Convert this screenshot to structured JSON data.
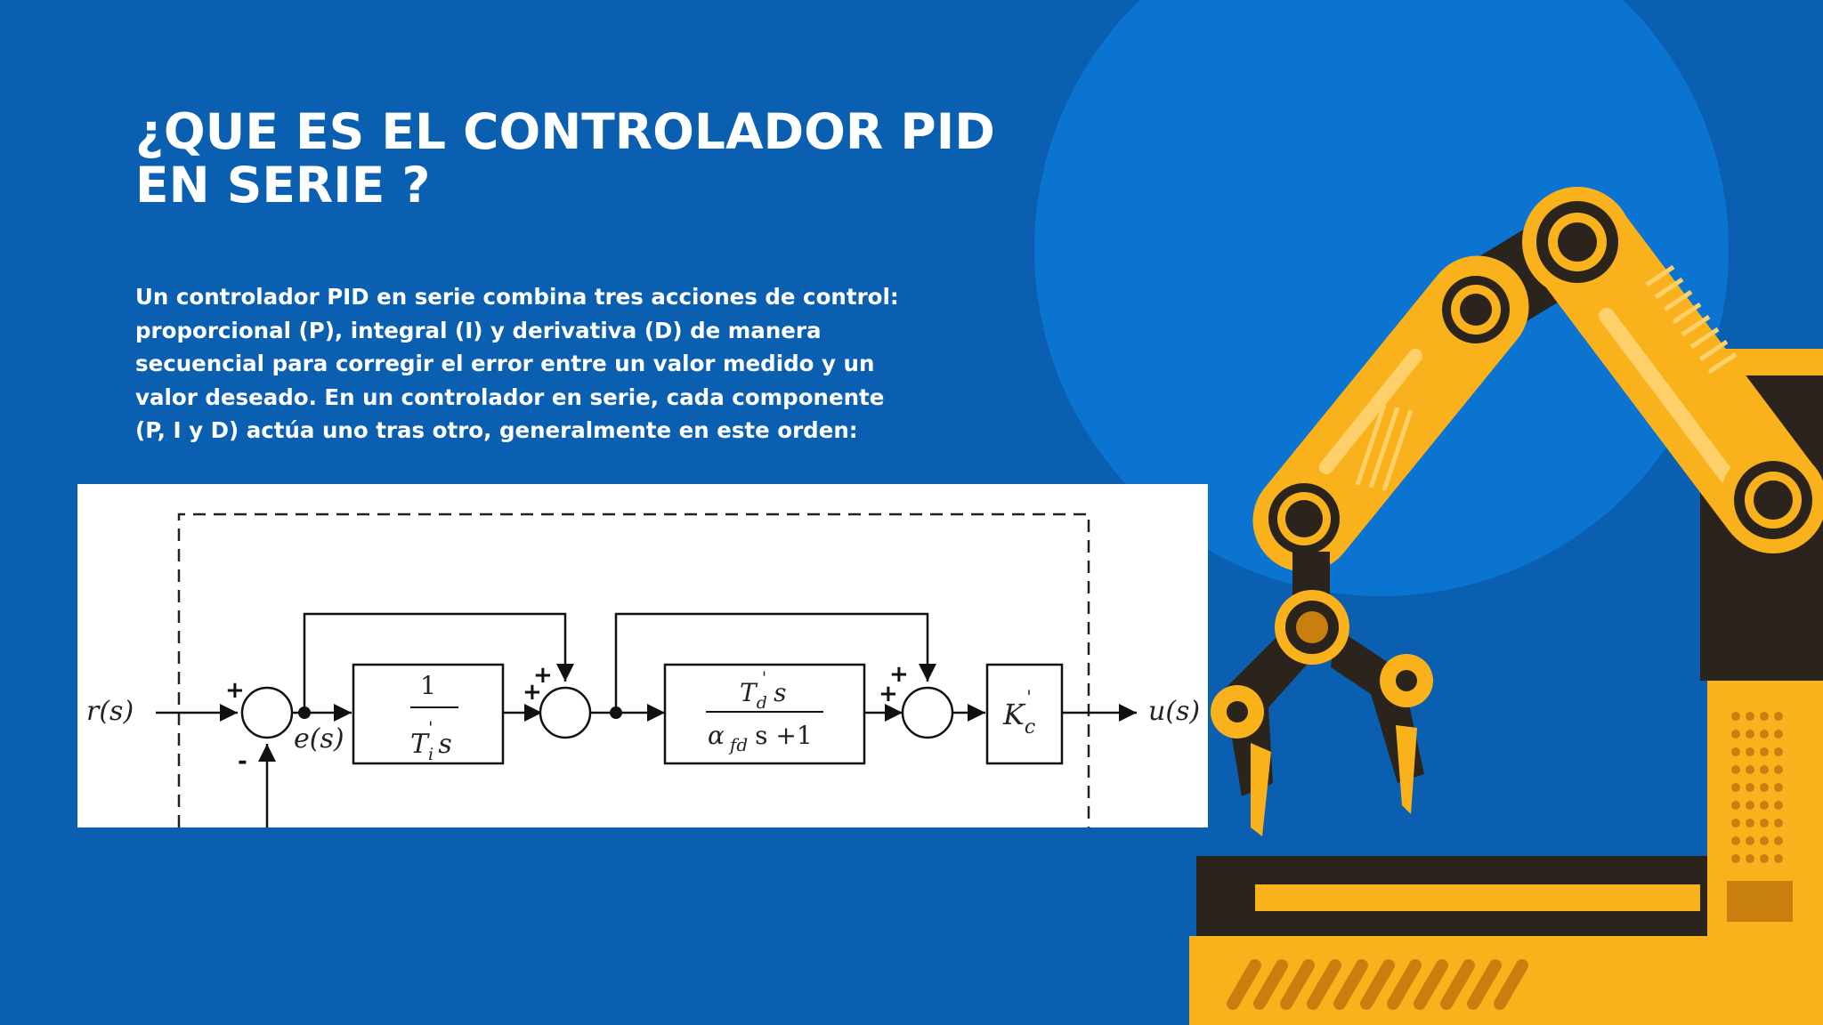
{
  "slide": {
    "title": "¿QUE ES EL CONTROLADOR PID EN SERIE ?",
    "body": "Un controlador PID en serie combina tres acciones de control: proporcional (P), integral (I) y derivativa (D) de manera secuencial para corregir el error entre un valor medido y un valor deseado. En un controlador en serie, cada componente (P, I y D) actúa uno tras otro, generalmente en este orden:"
  },
  "colors": {
    "background": "#0b5fb0",
    "circle": "#0a74d0",
    "robot_yellow": "#f9b21c",
    "robot_dark": "#2a241c",
    "diagram_bg": "#ffffff"
  },
  "diagram": {
    "input": {
      "symbol": "r",
      "arg": "(s)"
    },
    "error": {
      "symbol": "e",
      "arg": "(s)"
    },
    "output": {
      "symbol": "u",
      "arg": "(s)"
    },
    "signs": {
      "sum1_plus": "+",
      "sum1_minus": "-",
      "sum2_top": "+",
      "sum2_left": "+",
      "sum3_top": "+",
      "sum3_left": "+"
    },
    "integral_block": {
      "numerator": "1",
      "den_symbol": "T",
      "den_sub": "i",
      "prime": "'",
      "den_var": "s"
    },
    "derivative_block": {
      "num_symbol": "T",
      "num_sub": "d",
      "prime": "'",
      "num_var": "s",
      "den_alpha": "α",
      "den_sub": "fd",
      "den_rest": "s +1"
    },
    "gain_block": {
      "symbol": "K",
      "sub": "c",
      "prime": "'"
    }
  },
  "icons": {
    "illustration": "robot-arm-illustration"
  }
}
